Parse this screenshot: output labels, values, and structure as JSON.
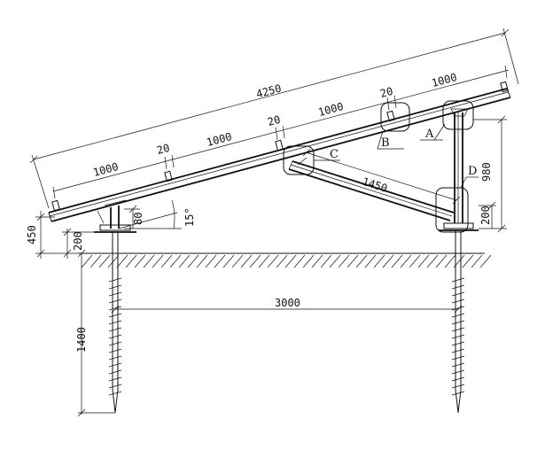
{
  "dimensions": {
    "overall_length": "4250",
    "segment_1": "1000",
    "segment_2": "1000",
    "segment_3": "1000",
    "segment_4": "1000",
    "gap_1": "20",
    "gap_2": "20",
    "gap_3": "20",
    "brace_length": "1450",
    "angle": "15°",
    "rear_post_height": "980",
    "rear_base": "200",
    "front_post_height": "80",
    "front_height": "450",
    "ground_clearance": "200",
    "pile_depth": "1400",
    "pile_spacing": "3000"
  },
  "details": {
    "A": "A",
    "B": "B",
    "C": "C",
    "D": "D"
  }
}
